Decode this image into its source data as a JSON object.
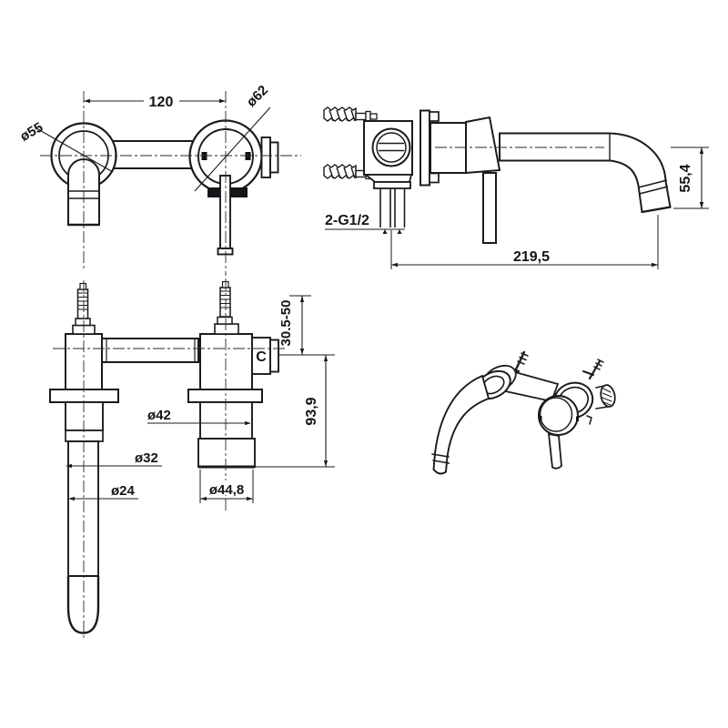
{
  "drawing_title": "wall-mounted basin mixer technical drawing",
  "colors": {
    "background": "#ffffff",
    "line": "#1b1b1f",
    "centerline": "#2a2a2e",
    "text": "#141419"
  },
  "front_view": {
    "dim_spacing": "120",
    "dim_spout_escutcheon": "ø55",
    "dim_handle_escutcheon": "ø62"
  },
  "side_view": {
    "dim_inlet_threads": "2-G1/2",
    "dim_spout_reach": "219,5",
    "dim_spout_drop": "55,4"
  },
  "rough_in_view": {
    "dim_wall_depth_range": "30.5-50",
    "dim_height": "93,9",
    "dim_valve_body": "ø42",
    "dim_spout_shank": "ø32",
    "dim_spout_tube": "ø24",
    "dim_sleeve": "ø44,8",
    "cold_marker": "C"
  }
}
